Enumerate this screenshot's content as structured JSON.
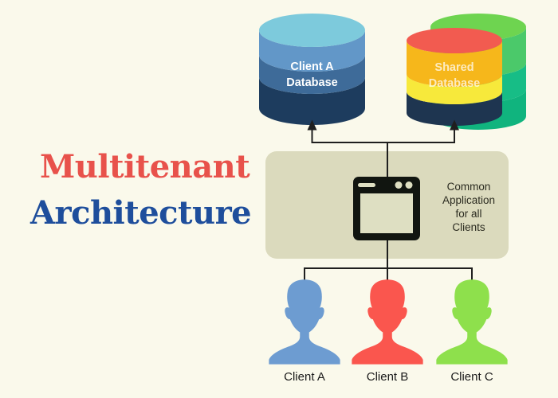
{
  "page": {
    "background_color": "#FAF9EB"
  },
  "title": {
    "line1": "Multitenant",
    "line2": "Architecture",
    "line1_color": "#E8524B",
    "line2_color": "#1E4E9C"
  },
  "databases": {
    "client_a": {
      "name_line1": "Client A",
      "name_line2": "Database",
      "text_color": "#FFFFFF",
      "band_colors": [
        "#7DCADC",
        "#6297C8",
        "#3E6B99",
        "#1D3C5E"
      ]
    },
    "shared": {
      "name_line1": "Shared",
      "name_line2": "Database",
      "text_color": "rgba(255,255,255,0.72)",
      "front_band_colors": [
        "#F25B50",
        "#F6B71B",
        "#F7E93B",
        "#1E3550"
      ],
      "back_band_colors": [
        "#6ED450",
        "#4BC96A",
        "#17BD86",
        "#10B47E"
      ]
    }
  },
  "application": {
    "label_line1": "Common",
    "label_line2": "Application",
    "label_line3": "for all",
    "label_line4": "Clients",
    "box_color": "#DBDABD",
    "icon": "app-window-icon",
    "icon_color": "#111510",
    "icon_inner_color": "#DEDFC2"
  },
  "clients": {
    "icon": "person-silhouette-icon",
    "items": [
      {
        "label": "Client A",
        "color": "#6D9CD1"
      },
      {
        "label": "Client B",
        "color": "#FA564E"
      },
      {
        "label": "Client C",
        "color": "#8EE04C"
      }
    ]
  },
  "connectors": {
    "line_color": "#1F1F1F"
  }
}
